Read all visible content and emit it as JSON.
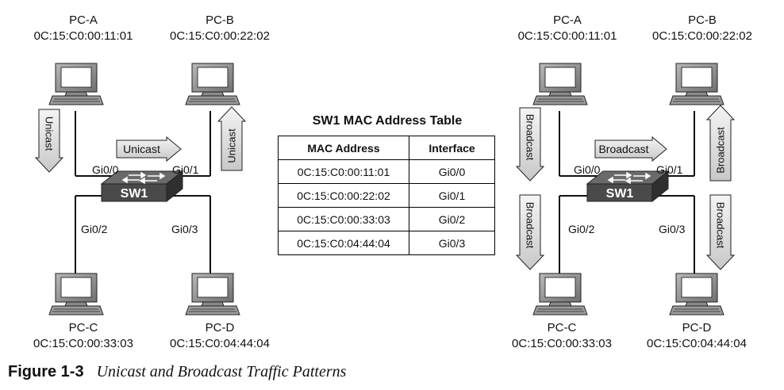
{
  "left_diagram": {
    "pcs": [
      {
        "name": "PC-A",
        "mac": "0C:15:C0:00:11:01"
      },
      {
        "name": "PC-B",
        "mac": "0C:15:C0:00:22:02"
      },
      {
        "name": "PC-C",
        "mac": "0C:15:C0:00:33:03"
      },
      {
        "name": "PC-D",
        "mac": "0C:15:C0:04:44:04"
      }
    ],
    "switch_label": "SW1",
    "ports": [
      "Gi0/0",
      "Gi0/1",
      "Gi0/2",
      "Gi0/3"
    ],
    "arrow_labels": [
      "Unicast",
      "Unicast",
      "Unicast"
    ]
  },
  "right_diagram": {
    "pcs": [
      {
        "name": "PC-A",
        "mac": "0C:15:C0:00:11:01"
      },
      {
        "name": "PC-B",
        "mac": "0C:15:C0:00:22:02"
      },
      {
        "name": "PC-C",
        "mac": "0C:15:C0:00:33:03"
      },
      {
        "name": "PC-D",
        "mac": "0C:15:C0:04:44:04"
      }
    ],
    "switch_label": "SW1",
    "ports": [
      "Gi0/0",
      "Gi0/1",
      "Gi0/2",
      "Gi0/3"
    ],
    "arrow_labels": [
      "Broadcast",
      "Broadcast",
      "Broadcast",
      "Broadcast",
      "Broadcast"
    ]
  },
  "mac_table": {
    "title": "SW1 MAC Address Table",
    "headers": [
      "MAC Address",
      "Interface"
    ],
    "rows": [
      [
        "0C:15:C0:00:11:01",
        "Gi0/0"
      ],
      [
        "0C:15:C0:00:22:02",
        "Gi0/1"
      ],
      [
        "0C:15:C0:00:33:03",
        "Gi0/2"
      ],
      [
        "0C:15:C0:04:44:04",
        "Gi0/3"
      ]
    ]
  },
  "caption": {
    "figure_number": "Figure 1-3",
    "title": "Unicast and Broadcast Traffic Patterns"
  }
}
